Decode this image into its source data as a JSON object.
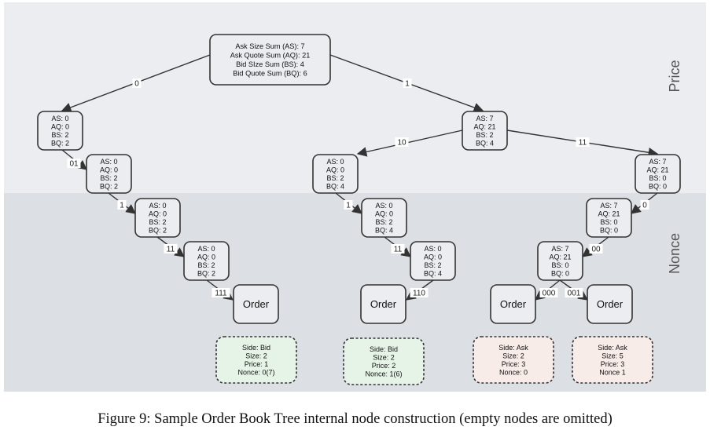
{
  "bands": {
    "price_label": "Price",
    "nonce_label": "Nonce",
    "price_color": "#ebedf0",
    "nonce_color": "#dcdfe3"
  },
  "nodes": [
    {
      "id": "root",
      "kind": "internal",
      "lines": [
        "Ask Size Sum (AS): 7",
        "Ask Quote Sum (AQ): 21",
        "Bid SIze Sum (BS): 4",
        "Bid Quote Sum (BQ): 6"
      ]
    },
    {
      "id": "n0",
      "kind": "internal",
      "lines": [
        "AS: 0",
        "AQ: 0",
        "BS: 2",
        "BQ: 2"
      ]
    },
    {
      "id": "n01",
      "kind": "internal",
      "lines": [
        "AS: 0",
        "AQ: 0",
        "BS: 2",
        "BQ: 2"
      ]
    },
    {
      "id": "n011",
      "kind": "internal",
      "lines": [
        "AS: 0",
        "AQ: 0",
        "BS: 2",
        "BQ: 2"
      ]
    },
    {
      "id": "n0111",
      "kind": "internal",
      "lines": [
        "AS: 0",
        "AQ: 0",
        "BS: 2",
        "BQ: 2"
      ]
    },
    {
      "id": "orderA",
      "kind": "order",
      "lines": [
        "Order"
      ]
    },
    {
      "id": "n1",
      "kind": "internal",
      "lines": [
        "AS: 7",
        "AQ: 21",
        "BS: 2",
        "BQ: 4"
      ]
    },
    {
      "id": "n10",
      "kind": "internal",
      "lines": [
        "AS: 0",
        "AQ: 0",
        "BS: 2",
        "BQ: 4"
      ]
    },
    {
      "id": "n101",
      "kind": "internal",
      "lines": [
        "AS: 0",
        "AQ: 0",
        "BS: 2",
        "BQ: 4"
      ]
    },
    {
      "id": "n10111",
      "kind": "internal",
      "lines": [
        "AS: 0",
        "AQ: 0",
        "BS: 2",
        "BQ: 4"
      ]
    },
    {
      "id": "orderB",
      "kind": "order",
      "lines": [
        "Order"
      ]
    },
    {
      "id": "n11",
      "kind": "internal",
      "lines": [
        "AS: 7",
        "AQ: 21",
        "BS: 0",
        "BQ: 0"
      ]
    },
    {
      "id": "n110",
      "kind": "internal",
      "lines": [
        "AS: 7",
        "AQ: 21",
        "BS: 0",
        "BQ: 0"
      ]
    },
    {
      "id": "n11000",
      "kind": "internal",
      "lines": [
        "AS: 7",
        "AQ: 21",
        "BS: 0",
        "BQ: 0"
      ]
    },
    {
      "id": "orderC",
      "kind": "order",
      "lines": [
        "Order"
      ]
    },
    {
      "id": "orderD",
      "kind": "order",
      "lines": [
        "Order"
      ]
    },
    {
      "id": "info1",
      "kind": "info",
      "tone": "bid",
      "lines": [
        "Side: Bid",
        "Size: 2",
        "Price: 1",
        "Nonce: 0(7)"
      ]
    },
    {
      "id": "info2",
      "kind": "info",
      "tone": "bid",
      "lines": [
        "Side: Bid",
        "Size: 2",
        "Price: 2",
        "Nonce: 1(6)"
      ]
    },
    {
      "id": "info3",
      "kind": "info",
      "tone": "ask",
      "lines": [
        "Side: Ask",
        "Size: 2",
        "Price: 3",
        "Nonce: 0"
      ]
    },
    {
      "id": "info4",
      "kind": "info",
      "tone": "ask",
      "lines": [
        "Side: Ask",
        "Size: 5",
        "Price: 3",
        "Nonce 1"
      ]
    }
  ],
  "edges": [
    {
      "from": "root",
      "to": "n0",
      "label": "0"
    },
    {
      "from": "root",
      "to": "n1",
      "label": "1"
    },
    {
      "from": "n0",
      "to": "n01",
      "label": "01"
    },
    {
      "from": "n01",
      "to": "n011",
      "label": "1"
    },
    {
      "from": "n011",
      "to": "n0111",
      "label": "11"
    },
    {
      "from": "n0111",
      "to": "orderA",
      "label": "111"
    },
    {
      "from": "n1",
      "to": "n10",
      "label": "10"
    },
    {
      "from": "n1",
      "to": "n11",
      "label": "11"
    },
    {
      "from": "n10",
      "to": "n101",
      "label": "1"
    },
    {
      "from": "n101",
      "to": "n10111",
      "label": "11"
    },
    {
      "from": "n10111",
      "to": "orderB",
      "label": "110"
    },
    {
      "from": "n11",
      "to": "n110",
      "label": "0"
    },
    {
      "from": "n110",
      "to": "n11000",
      "label": "00"
    },
    {
      "from": "n11000",
      "to": "orderC",
      "label": "000"
    },
    {
      "from": "n11000",
      "to": "orderD",
      "label": "001"
    }
  ],
  "colors": {
    "node_fill": "#ebedf0",
    "bid_fill": "#e6f4e8",
    "ask_fill": "#f8ece9",
    "stroke": "#333333"
  },
  "caption": "Figure 9: Sample Order Book Tree internal node construction (empty nodes are omitted)"
}
